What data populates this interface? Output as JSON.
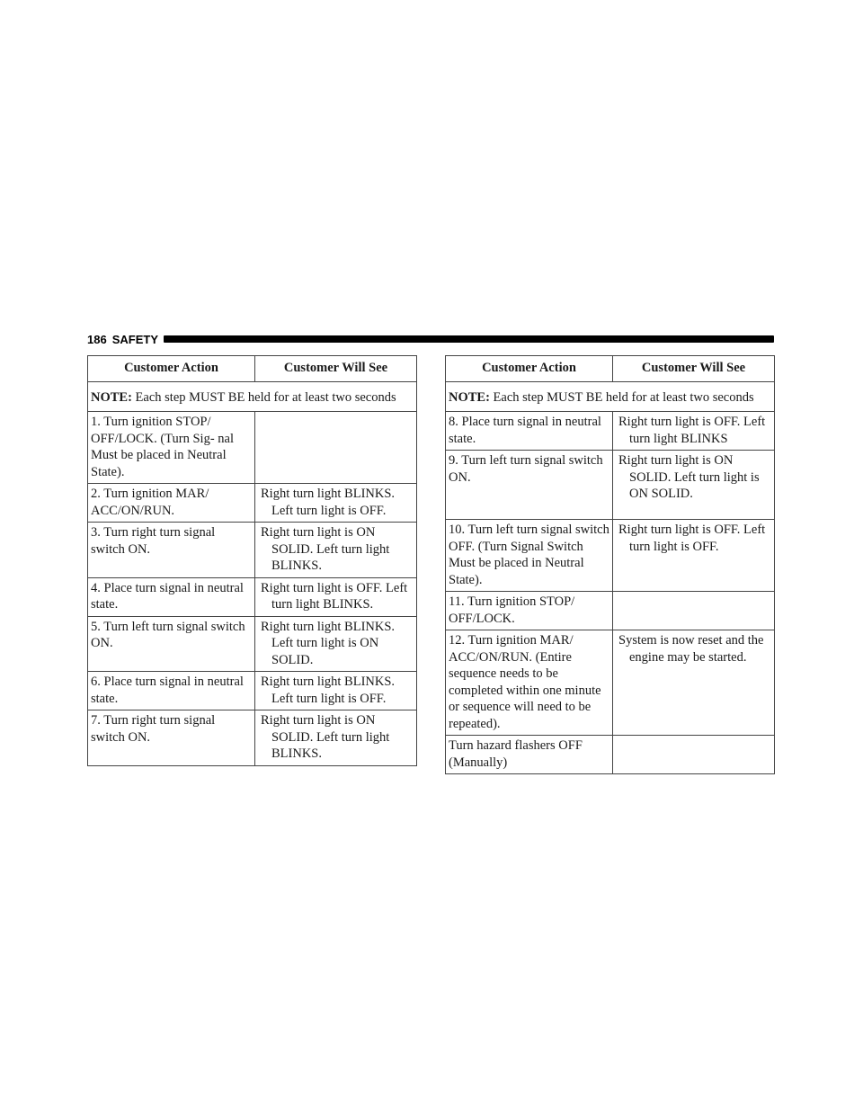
{
  "page": {
    "number": "186",
    "section": "SAFETY"
  },
  "left_table": {
    "headers": {
      "action": "Customer Action",
      "see": "Customer Will See"
    },
    "note": {
      "label": "NOTE:",
      "text": " Each step MUST BE held for at least two seconds"
    },
    "rows": [
      {
        "action": "1. Turn ignition STOP/ OFF/LOCK. (Turn Sig- nal Must be placed in Neutral State).",
        "see": ""
      },
      {
        "action": "2. Turn ignition MAR/ ACC/ON/RUN.",
        "see": "Right turn light BLINKS. Left turn light is OFF."
      },
      {
        "action": "3. Turn right turn signal switch ON.",
        "see": "Right turn light is ON SOLID. Left turn light BLINKS."
      },
      {
        "action": "4. Place turn signal in neutral state.",
        "see": "Right turn light is OFF. Left turn light BLINKS."
      },
      {
        "action": "5. Turn left turn signal switch ON.",
        "see": "Right turn light BLINKS. Left turn light is ON SOLID."
      },
      {
        "action": "6. Place turn signal in neutral state.",
        "see": "Right turn light BLINKS. Left turn light is OFF."
      },
      {
        "action": "7. Turn right turn signal switch ON.",
        "see": "Right turn light is ON SOLID. Left turn light BLINKS."
      }
    ]
  },
  "right_table": {
    "headers": {
      "action": "Customer Action",
      "see": "Customer Will See"
    },
    "note": {
      "label": "NOTE:",
      "text": " Each step MUST BE held for at least two seconds"
    },
    "rows": [
      {
        "action": "8. Place turn signal in neutral state.",
        "see": "Right turn light is OFF. Left turn light BLINKS"
      },
      {
        "action": "9. Turn left turn signal switch ON.",
        "see": "Right turn light is ON SOLID. Left turn light is ON SOLID."
      },
      {
        "action": "10. Turn left turn signal switch OFF. (Turn Signal Switch Must be placed in Neutral State).",
        "see": "Right turn light is OFF. Left turn light is OFF."
      },
      {
        "action": "11. Turn ignition STOP/ OFF/LOCK.",
        "see": ""
      },
      {
        "action": "12. Turn ignition MAR/ ACC/ON/RUN. (Entire sequence needs to be completed within one minute or sequence will need to be repeated).",
        "see": "System is now reset and the engine may be started."
      },
      {
        "action": "Turn hazard flashers OFF (Manually)",
        "see": ""
      }
    ]
  }
}
